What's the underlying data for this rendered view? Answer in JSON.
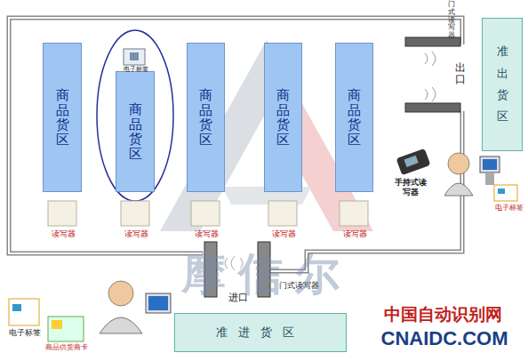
{
  "diagram": {
    "nodes": [
      {
        "text": [
          "商品货区"
        ]
      },
      {
        "text": [
          "商品货区"
        ]
      },
      {
        "text": [
          "商品货区"
        ]
      },
      {
        "text": [
          "商品货区"
        ]
      },
      {
        "text": [
          "商品货区"
        ]
      },
      {
        "text": [
          "准出货区"
        ]
      },
      {
        "text": [
          "准进货区"
        ]
      }
    ],
    "labels": [
      "电子标签",
      "读写器",
      "读写器",
      "读写器",
      "读写器",
      "读写器",
      "门式读写器",
      "出口",
      "手持式读写器",
      "电子标签",
      "进口",
      "门式读写器",
      "电子标签",
      "商品供货商卡",
      "摩信尔",
      "中国自动识别网",
      "CNAIDC.COM"
    ]
  }
}
